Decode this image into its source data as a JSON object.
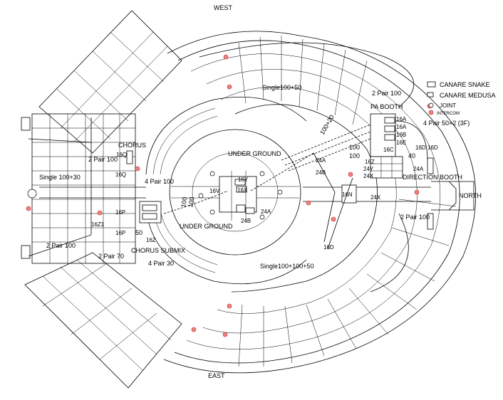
{
  "directions": {
    "west": "WEST",
    "east": "EAST",
    "north": "NORTH"
  },
  "legend": {
    "snake": "CANARE SNAKE",
    "medusa": "CANARE MEDUSA",
    "joint": "JOINT",
    "intercom": "INTERCOM"
  },
  "areas": {
    "chorus": "CHORUS",
    "chorus_sub": "CHORUS SUBMIX",
    "underground_top": "UNDER GROUND",
    "underground_bottom": "UNDER GROUND",
    "pa_booth": "PA BOOTH",
    "direction_booth": "DIRECTION BOOTH"
  },
  "cables": {
    "c1": "Single100+50",
    "c2": "2 Pair 100",
    "c3": "4 Pair 50×2 (3F)",
    "c4": "2 Pair 100",
    "c5": "Single 100+30",
    "c6": "4 Pair 100",
    "c7": "2 Pair 100",
    "c8": "2 Pair 70",
    "c9": "4 Pair 30",
    "c10": "Single100+100+50",
    "c11": "2 Pair 100",
    "c12": "100+20",
    "c13": "100",
    "c14": "100",
    "c15": "100",
    "c16": "40",
    "c17": "50",
    "c18": "100"
  },
  "labels": {
    "l1": "16Q",
    "l2": "16Q",
    "l3": "16P",
    "l4": "16P",
    "l5": "16Z1",
    "l6": "16Z",
    "l7": "16Y",
    "l8": "16X",
    "l9": "16V",
    "l10": "24A",
    "l11": "24B",
    "l12": "24A",
    "l13": "24B",
    "l14": "16N",
    "l15": "24X",
    "l16": "16D",
    "l17": "16A",
    "l18": "16A",
    "l19": "16B",
    "l20": "16E",
    "l21": "16D",
    "l22": "16D",
    "l23": "24A",
    "l24": "16Z",
    "l25": "24Y",
    "l26": "24X",
    "l27": "16C"
  },
  "colors": {
    "line": "#000000",
    "intercom": "#f08080",
    "background": "#ffffff"
  }
}
